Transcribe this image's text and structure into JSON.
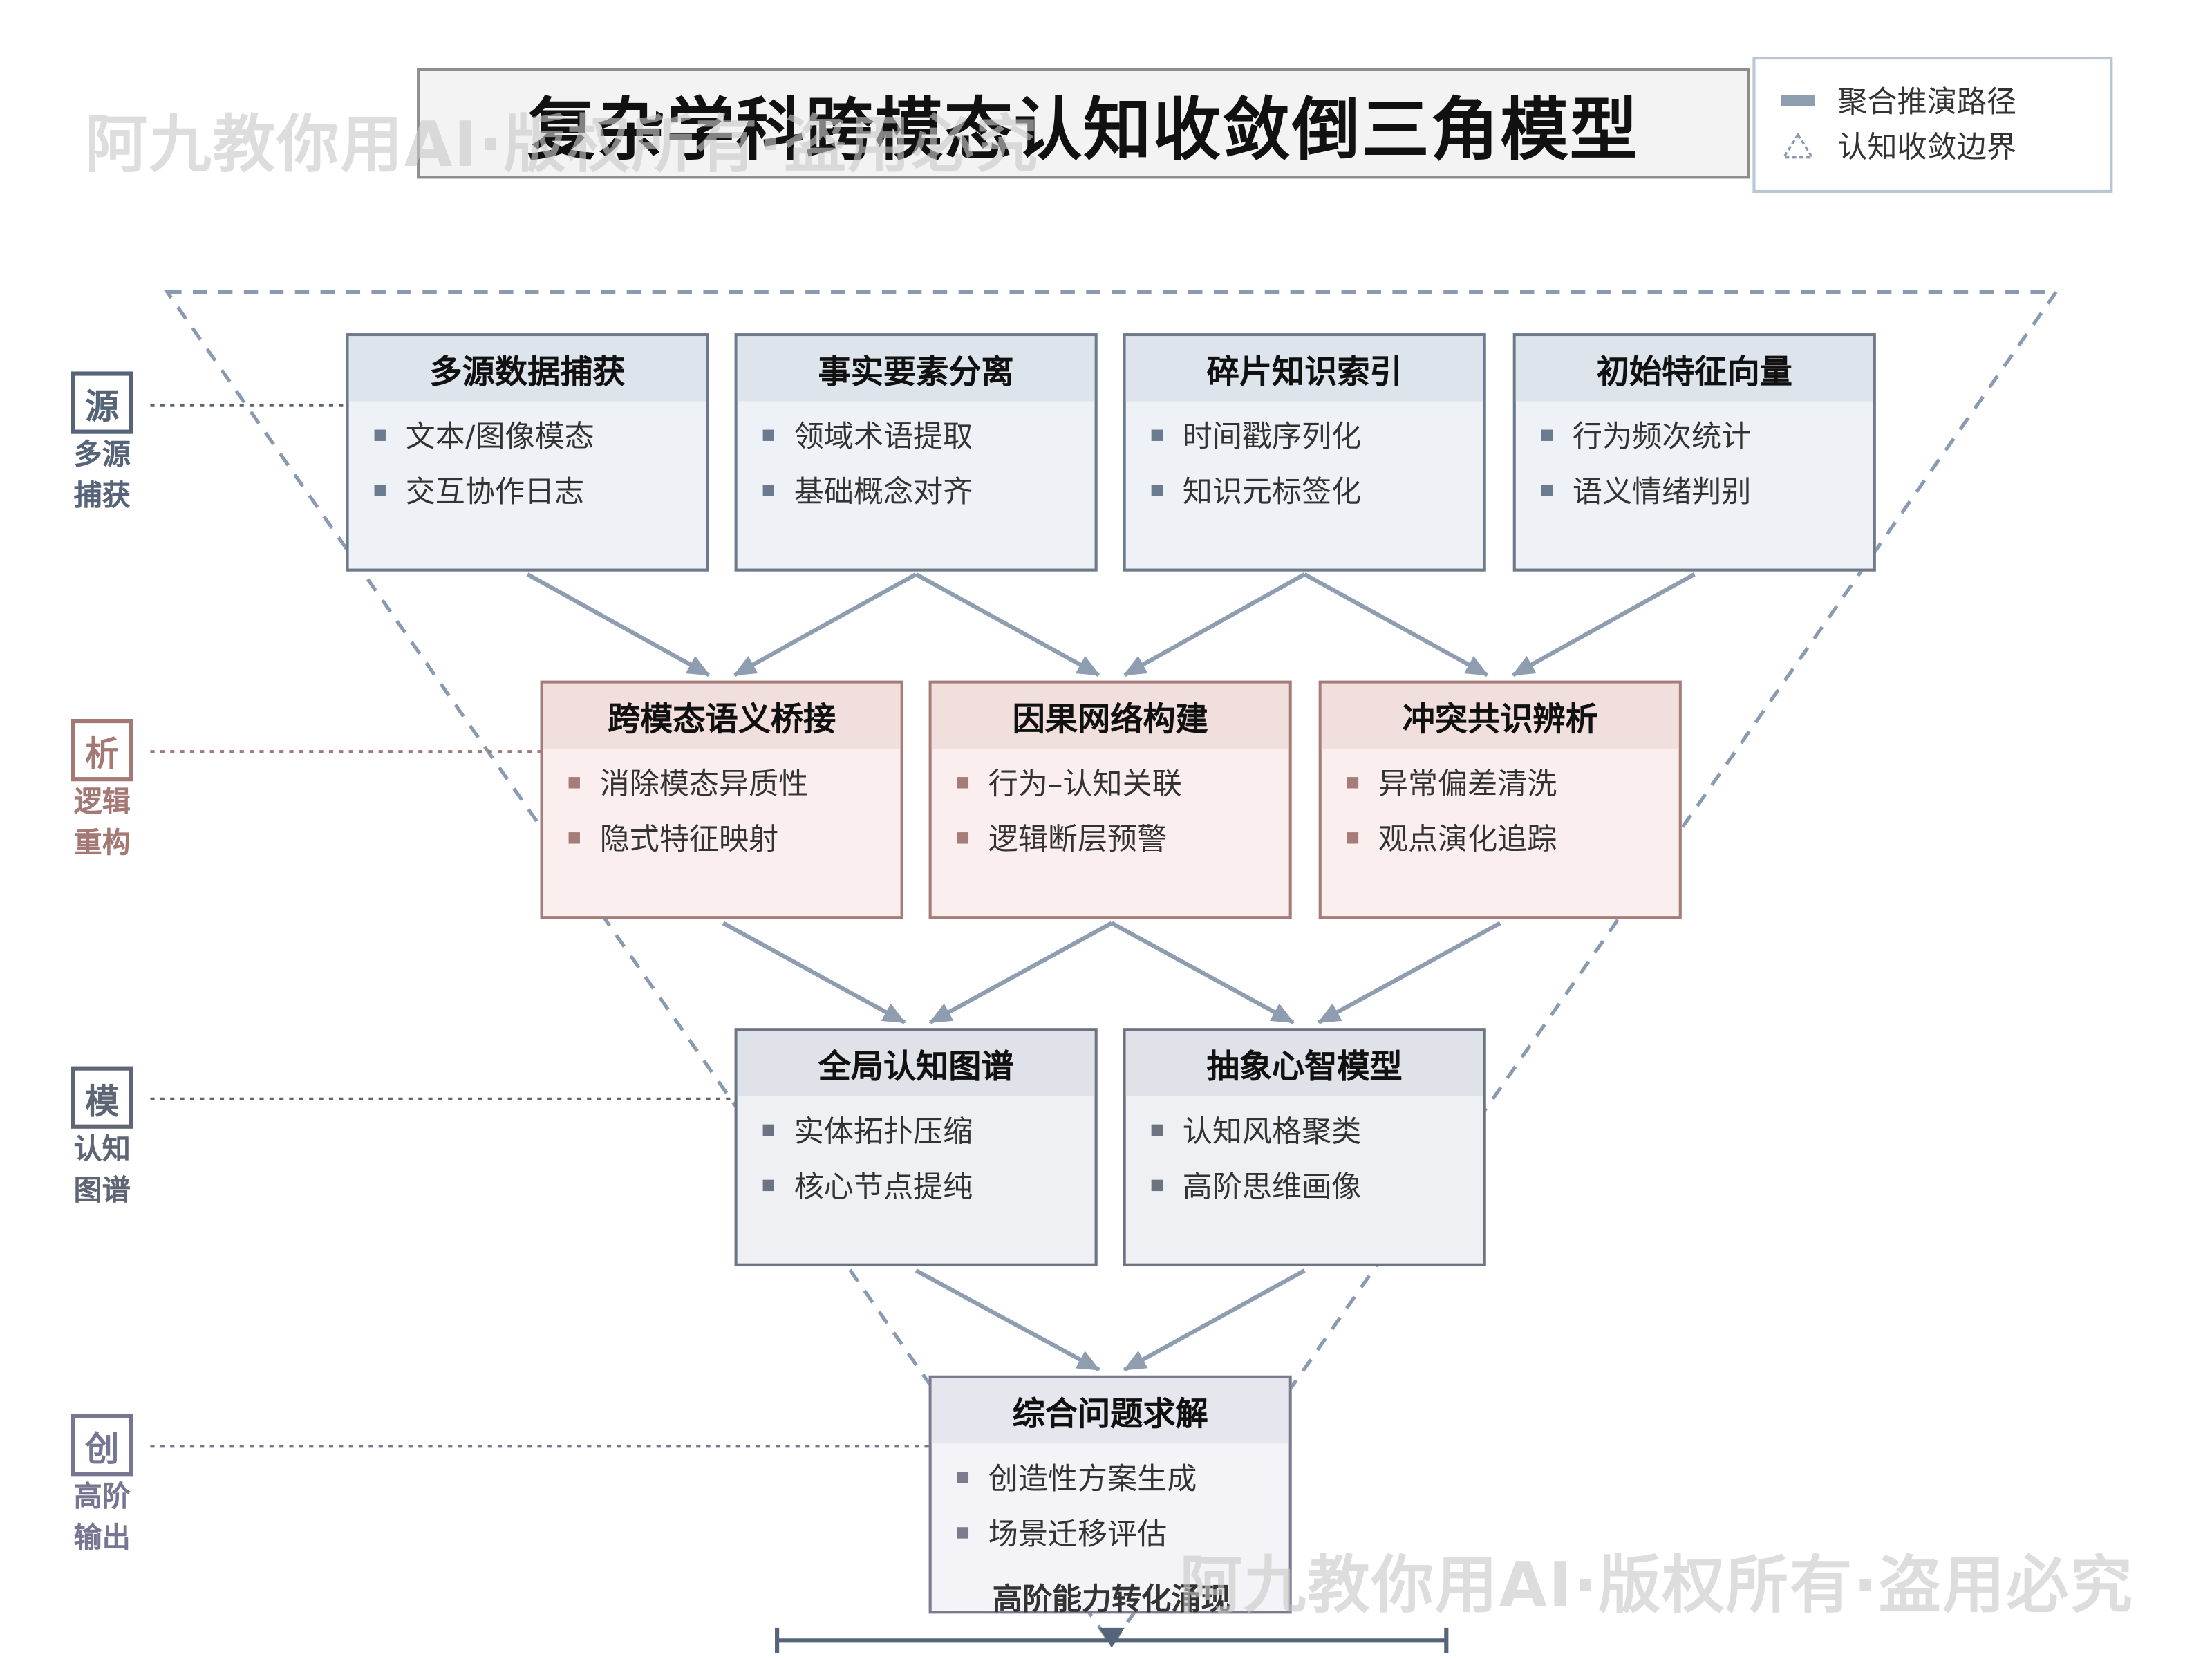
{
  "title": "复杂学科跨模态认知收敛倒三角模型",
  "legend": {
    "items": [
      {
        "label": "聚合推演路径",
        "icon": "solid-bar-icon"
      },
      {
        "label": "认知收敛边界",
        "icon": "dashed-triangle-icon"
      }
    ]
  },
  "watermark": "阿九教你用AI·版权所有·盗用必究",
  "stages": [
    {
      "badge": "源",
      "label": "多源捕获",
      "color": "#56647a"
    },
    {
      "badge": "析",
      "label": "逻辑重构",
      "color": "#a37875"
    },
    {
      "badge": "模",
      "label": "认知图谱",
      "color": "#5e6675"
    },
    {
      "badge": "创",
      "label": "高阶输出",
      "color": "#777692"
    }
  ],
  "levels": [
    {
      "boxes": [
        {
          "title": "多源数据捕获",
          "items": [
            "文本/图像模态",
            "交互协作日志"
          ]
        },
        {
          "title": "事实要素分离",
          "items": [
            "领域术语提取",
            "基础概念对齐"
          ]
        },
        {
          "title": "碎片知识索引",
          "items": [
            "时间戳序列化",
            "知识元标签化"
          ]
        },
        {
          "title": "初始特征向量",
          "items": [
            "行为频次统计",
            "语义情绪判别"
          ]
        }
      ]
    },
    {
      "boxes": [
        {
          "title": "跨模态语义桥接",
          "items": [
            "消除模态异质性",
            "隐式特征映射"
          ]
        },
        {
          "title": "因果网络构建",
          "items": [
            "行为–认知关联",
            "逻辑断层预警"
          ]
        },
        {
          "title": "冲突共识辨析",
          "items": [
            "异常偏差清洗",
            "观点演化追踪"
          ]
        }
      ]
    },
    {
      "boxes": [
        {
          "title": "全局认知图谱",
          "items": [
            "实体拓扑压缩",
            "核心节点提纯"
          ]
        },
        {
          "title": "抽象心智模型",
          "items": [
            "认知风格聚类",
            "高阶思维画像"
          ]
        }
      ]
    },
    {
      "boxes": [
        {
          "title": "综合问题求解",
          "items": [
            "创造性方案生成",
            "场景迁移评估"
          ]
        }
      ]
    }
  ],
  "footer": "高阶能力转化涌现",
  "colors": {
    "arrow": "#8f9db0",
    "boundary": "#8a9ab0",
    "tier1": "#6c7a8a",
    "tier2": "#a67c78",
    "tier3": "#6c7482",
    "tier4": "#7b7a8e"
  }
}
